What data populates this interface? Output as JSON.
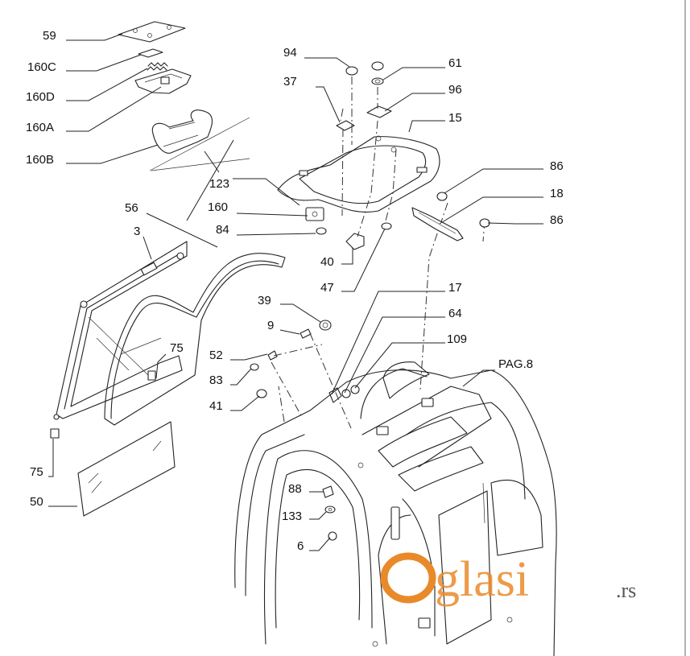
{
  "callouts": {
    "c59": "59",
    "c160C": "160C",
    "c160D": "160D",
    "c160A": "160A",
    "c160B": "160B",
    "c123": "123",
    "c56": "56",
    "c3": "3",
    "c160": "160",
    "c84": "84",
    "c94": "94",
    "c61": "61",
    "c37": "37",
    "c96": "96",
    "c15": "15",
    "c86a": "86",
    "c18": "18",
    "c86b": "86",
    "c40": "40",
    "c47": "47",
    "c17": "17",
    "c64": "64",
    "c109": "109",
    "c39": "39",
    "c9": "9",
    "c75a": "75",
    "c52": "52",
    "c83": "83",
    "c41": "41",
    "cPAG8": "PAG.8",
    "c75b": "75",
    "c50": "50",
    "c88": "88",
    "c133": "133",
    "c6": "6"
  },
  "watermark": {
    "brand": "glasi",
    "suffix": ".rs",
    "color": "#e98a2a"
  }
}
